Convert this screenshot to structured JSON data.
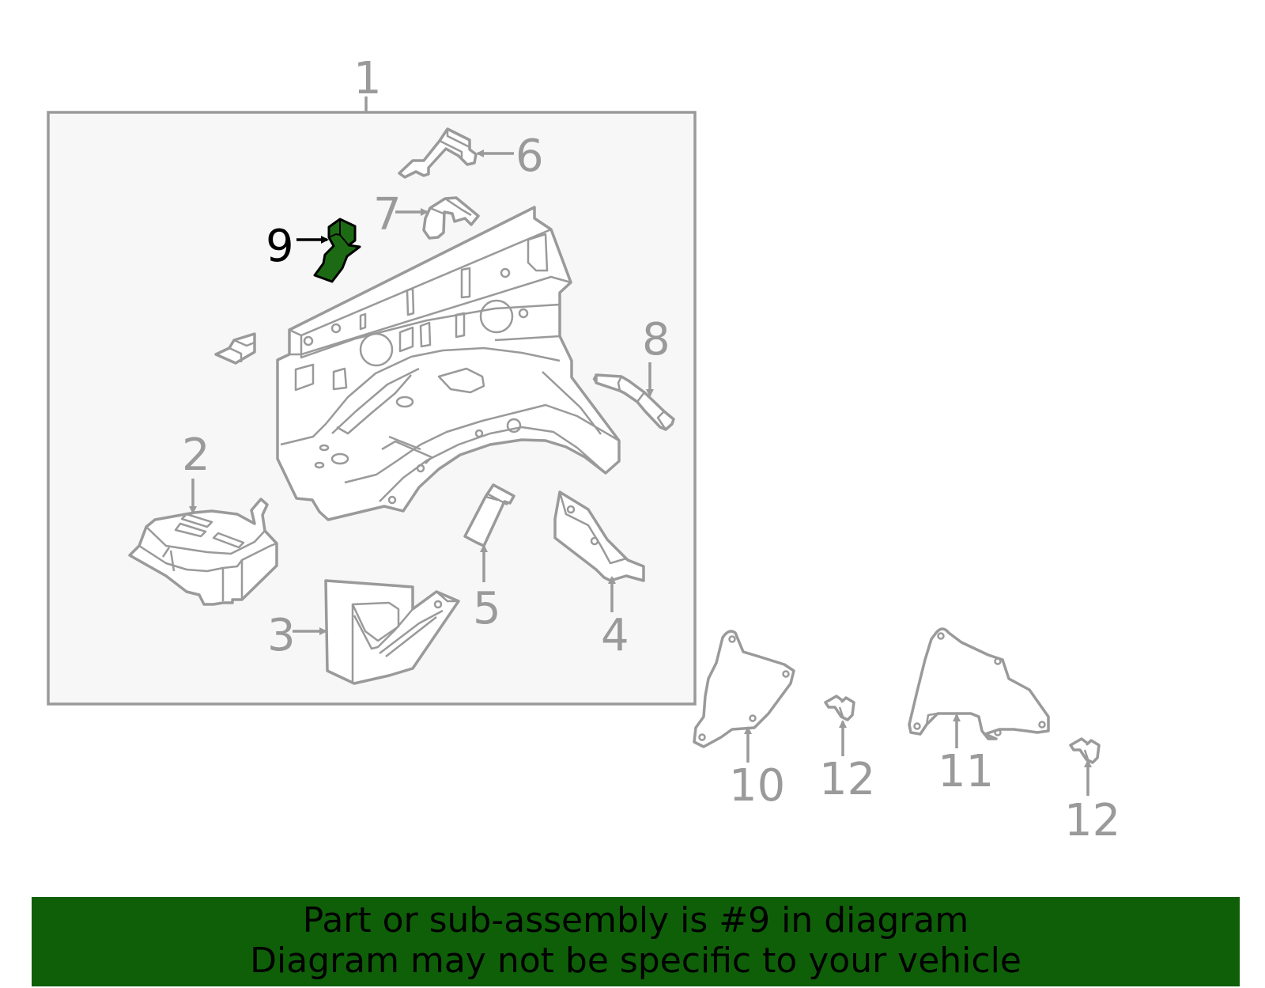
{
  "colors": {
    "line": "#9a9a9a",
    "panel": "#f7f7f7",
    "highlight": "#1c6b14",
    "banner": "#0f5f09",
    "banner_text": "#000000"
  },
  "callouts": {
    "c1": "1",
    "c2": "2",
    "c3": "3",
    "c4": "4",
    "c5": "5",
    "c6": "6",
    "c7": "7",
    "c8": "8",
    "c9": "9",
    "c10": "10",
    "c11": "11",
    "c12a": "12",
    "c12b": "12"
  },
  "highlighted_part": "9",
  "banner": {
    "line1": "Part or sub-assembly is #9 in diagram",
    "line2": "Diagram may not be specific to your vehicle"
  }
}
